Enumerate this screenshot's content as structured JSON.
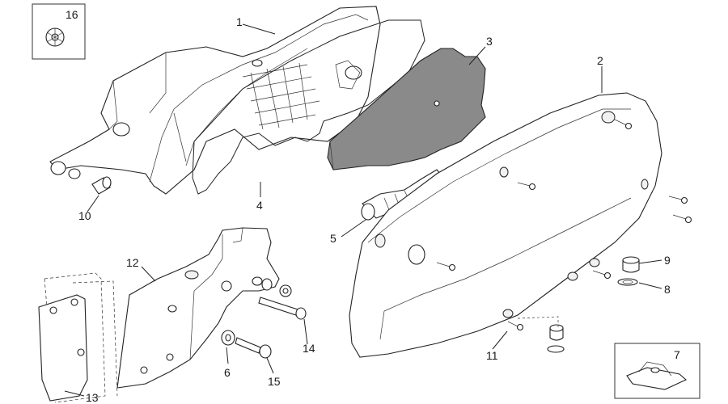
{
  "callouts": [
    {
      "id": "c1",
      "label": "1"
    },
    {
      "id": "c2",
      "label": "2"
    },
    {
      "id": "c3",
      "label": "3"
    },
    {
      "id": "c4",
      "label": "4"
    },
    {
      "id": "c5",
      "label": "5"
    },
    {
      "id": "c6",
      "label": "6"
    },
    {
      "id": "c7",
      "label": "7"
    },
    {
      "id": "c8",
      "label": "8"
    },
    {
      "id": "c9",
      "label": "9"
    },
    {
      "id": "c10",
      "label": "10"
    },
    {
      "id": "c11",
      "label": "11"
    },
    {
      "id": "c12",
      "label": "12"
    },
    {
      "id": "c13",
      "label": "13"
    },
    {
      "id": "c14",
      "label": "14"
    },
    {
      "id": "c15",
      "label": "15"
    },
    {
      "id": "c16",
      "label": "16"
    }
  ],
  "colors": {
    "line": "#222222",
    "filter_fill": "#8a8a8a",
    "background": "#ffffff"
  }
}
